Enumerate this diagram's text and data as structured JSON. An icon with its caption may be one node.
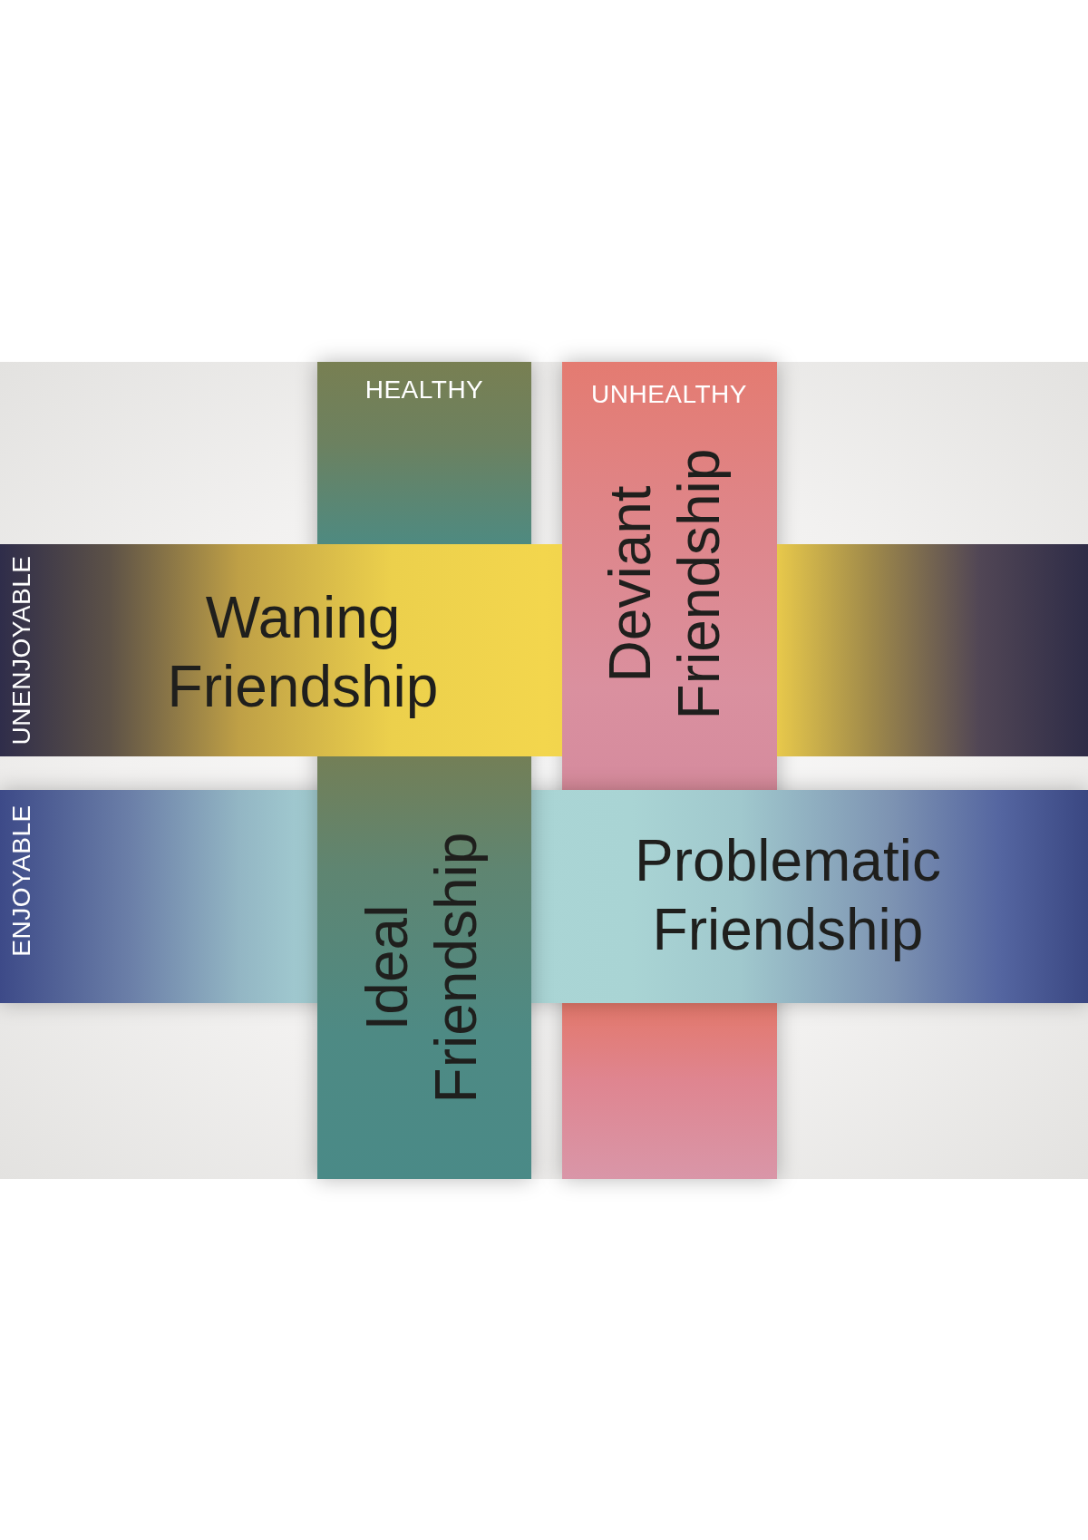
{
  "diagram": {
    "nodes": [
      {
        "text": [
          "HEALTHY",
          "Ideal Friendship"
        ]
      },
      {
        "text": [
          "UNHEALTHY",
          "Deviant Friendship"
        ]
      },
      {
        "text": [
          "UNENJOYABLE",
          "Waning Friendship"
        ]
      },
      {
        "text": [
          "ENJOYABLE",
          "Problematic Friendship"
        ]
      }
    ]
  }
}
